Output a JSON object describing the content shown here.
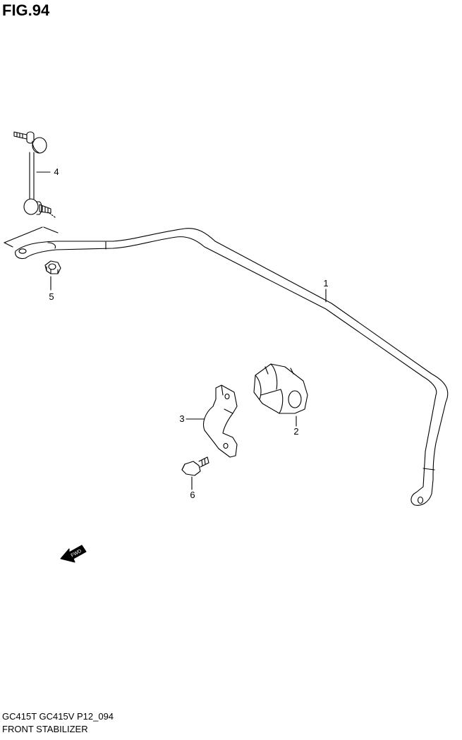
{
  "figure": {
    "title": "FIG.94"
  },
  "callouts": [
    {
      "id": "1",
      "label": "1"
    },
    {
      "id": "2",
      "label": "2"
    },
    {
      "id": "3",
      "label": "3"
    },
    {
      "id": "4",
      "label": "4"
    },
    {
      "id": "5",
      "label": "5"
    },
    {
      "id": "6",
      "label": "6"
    }
  ],
  "fwd_arrow": {
    "label": "FWD"
  },
  "footer": {
    "model_line": "GC415T GC415V P12_094",
    "section_name": "FRONT STABILIZER"
  }
}
